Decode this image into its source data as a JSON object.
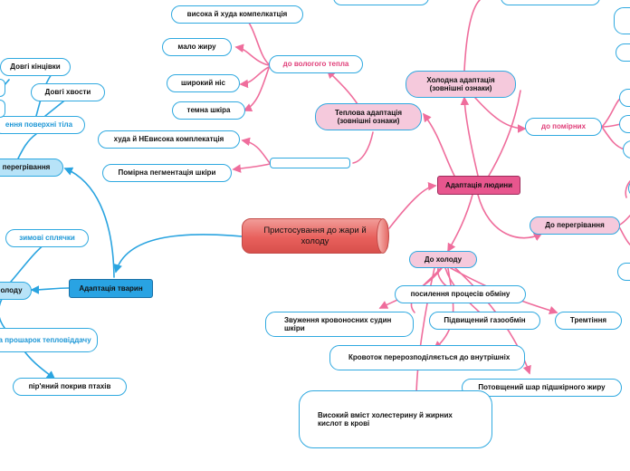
{
  "central": "Пристосування до жари й холоду",
  "animal": {
    "root": "Адаптація тварин",
    "overheat": "перегрівання",
    "long_limbs": "Довгі кінцівки",
    "long_tails": "Довгі хвости",
    "surface": "ення поверхні тіла",
    "cold": "олоду",
    "hibernation": "зимові сплячки",
    "fat_layer": "тіла прошарок тепловіддачу",
    "feathers": "пір'яний покрив птахів"
  },
  "human": {
    "root": "Адаптація людини",
    "thermal": "Теплова адаптація (зовнішні ознаки)",
    "humid_heat": "до вологого тепла",
    "tall_thin": "висока й худа компелкатція",
    "low_fat": "мало жиру",
    "wide_nose": "широкий ніс",
    "dark_skin": "темна шкіра",
    "thin_not_tall": "худа й НЕвисока комплекатція",
    "moderate_pigment": "Помірна пегментація шкіри",
    "cold_adapt": "Холодна адаптація (зовнішні ознаки)",
    "to_moderate": "до помірних",
    "to_overheat": "До перегрівання",
    "to_cold": "До холоду",
    "metabolism": "посилення процесів обміну",
    "vasoconstriction": "Звуження кровоносних судин шкіри",
    "gas_exchange": "Підвищений газообмін",
    "shivering": "Тремтіння",
    "blood_redistribution": "Кровоток перерозподіляється до внутрішніх",
    "subcutaneous_fat": "Потовщений шар підшкірного жиру",
    "cholesterol": "Високий вміст холестерину й жирних кислот в крові"
  },
  "colors": {
    "pink": "#e75a93",
    "blue": "#2fa9e0",
    "pink_link": "#ef6d9c",
    "blue_link": "#2aa4e0"
  }
}
